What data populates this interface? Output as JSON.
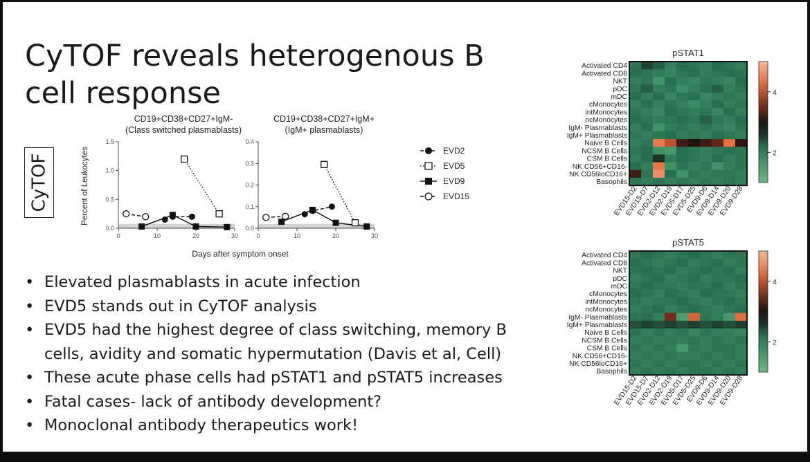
{
  "slide": {
    "title": "CyTOF reveals heterogenous B cell response",
    "side_label": "CyTOF",
    "bullets": [
      "Elevated plasmablasts in acute infection",
      "EVD5 stands out in CyTOF analysis",
      "EVD5 had the highest degree of class switching, memory B cells, avidity and somatic hypermutation (Davis et al, Cell)",
      "These acute phase cells had pSTAT1 and pSTAT5 increases",
      "Fatal cases- lack of antibody development?",
      "Monoclonal antibody therapeutics work!"
    ]
  },
  "chart_data": [
    {
      "type": "line",
      "title_line1": "CD19+CD38+CD27+IgM-",
      "title_line2": "(Class switched plasmablasts)",
      "xlabel": "Days after symptom onset",
      "ylabel": "Percent of Leukocytes",
      "xlim": [
        0,
        30
      ],
      "ylim": [
        0,
        1.5
      ],
      "xticks": [
        "0",
        "10",
        "20",
        "30"
      ],
      "yticks": [
        "0.0",
        "0.5",
        "1.0",
        "1.5"
      ],
      "series": [
        {
          "name": "EVD2",
          "marker": "circle-filled",
          "line": "dashed",
          "points": [
            [
              12,
              0.15
            ],
            [
              14,
              0.2
            ],
            [
              19,
              0.2
            ]
          ]
        },
        {
          "name": "EVD5",
          "marker": "square-open",
          "line": "dotted",
          "points": [
            [
              17,
              1.2
            ],
            [
              26,
              0.25
            ]
          ]
        },
        {
          "name": "EVD9",
          "marker": "square-filled",
          "line": "solid",
          "points": [
            [
              6,
              0.03
            ],
            [
              14,
              0.23
            ],
            [
              20,
              0.03
            ],
            [
              28,
              0.02
            ]
          ]
        },
        {
          "name": "EVD15",
          "marker": "circle-open",
          "line": "dashed",
          "points": [
            [
              2,
              0.25
            ],
            [
              7,
              0.2
            ]
          ]
        }
      ]
    },
    {
      "type": "line",
      "title_line1": "CD19+CD38+CD27+IgM+",
      "title_line2": "(IgM+ plasmablasts)",
      "xlabel": "Days after symptom onset",
      "ylabel": "",
      "xlim": [
        0,
        30
      ],
      "ylim": [
        0,
        0.4
      ],
      "xticks": [
        "0",
        "10",
        "20",
        "30"
      ],
      "yticks": [
        "0.0",
        "0.1",
        "0.2",
        "0.3",
        "0.4"
      ],
      "series": [
        {
          "name": "EVD2",
          "marker": "circle-filled",
          "line": "dashed",
          "points": [
            [
              12,
              0.065
            ],
            [
              14,
              0.08
            ],
            [
              19,
              0.1
            ]
          ]
        },
        {
          "name": "EVD5",
          "marker": "square-open",
          "line": "dotted",
          "points": [
            [
              17,
              0.295
            ],
            [
              25,
              0.025
            ]
          ]
        },
        {
          "name": "EVD9",
          "marker": "square-filled",
          "line": "solid",
          "points": [
            [
              6,
              0.03
            ],
            [
              14,
              0.085
            ],
            [
              20,
              0.025
            ],
            [
              28,
              0.008
            ]
          ]
        },
        {
          "name": "EVD15",
          "marker": "circle-open",
          "line": "dashed",
          "points": [
            [
              2,
              0.05
            ],
            [
              7,
              0.055
            ]
          ]
        }
      ]
    },
    {
      "type": "heatmap",
      "title": "pSTAT1",
      "rows": [
        "Activated CD4",
        "Activated CD8",
        "NKT",
        "pDC",
        "mDC",
        "cMonocytes",
        "intMonocytes",
        "ncMonocytes",
        "IgM- Plasmablasts",
        "IgM+ Plasmablasts",
        "Naive B Cells",
        "NCSM B Cells",
        "CSM B Cells",
        "NK CD56+CD16-",
        "NK CD56loCD16+",
        "Basophils"
      ],
      "columns": [
        "EVD15-D2",
        "EVD15-D7",
        "EVD2-D12",
        "EVD2-D19",
        "EVD5-D17",
        "EVD5-D25",
        "EVD9-D6",
        "EVD9-D14",
        "EVD9-D20",
        "EVD9-D28"
      ],
      "colorbar_ticks": [
        "2",
        "4"
      ],
      "scale_min": 1,
      "scale_max": 5,
      "values": [
        [
          2.1,
          2.5,
          2.3,
          2.0,
          2.2,
          2.1,
          2.0,
          2.2,
          2.1,
          2.0
        ],
        [
          2.2,
          2.1,
          2.0,
          1.9,
          2.1,
          2.2,
          2.0,
          2.1,
          2.2,
          2.1
        ],
        [
          2.0,
          2.1,
          1.7,
          2.2,
          2.0,
          1.9,
          2.1,
          2.0,
          1.9,
          2.2
        ],
        [
          2.1,
          2.3,
          2.0,
          2.1,
          1.8,
          2.0,
          2.2,
          2.3,
          2.0,
          2.1
        ],
        [
          2.2,
          2.0,
          2.2,
          1.9,
          2.1,
          2.2,
          1.9,
          2.0,
          2.1,
          2.0
        ],
        [
          2.0,
          2.2,
          2.0,
          2.1,
          2.0,
          1.8,
          2.0,
          2.2,
          2.0,
          2.1
        ],
        [
          2.1,
          2.0,
          1.9,
          2.2,
          2.1,
          2.0,
          2.1,
          1.9,
          2.2,
          2.0
        ],
        [
          2.2,
          2.1,
          2.0,
          2.1,
          2.2,
          2.1,
          2.3,
          2.1,
          2.0,
          2.2
        ],
        [
          2.0,
          2.2,
          1.7,
          2.0,
          2.1,
          2.0,
          2.1,
          2.0,
          1.9,
          2.1
        ],
        [
          2.1,
          2.0,
          2.1,
          2.2,
          2.0,
          2.1,
          2.0,
          2.2,
          2.1,
          2.0
        ],
        [
          2.0,
          2.1,
          4.4,
          4.0,
          3.2,
          3.0,
          3.2,
          3.4,
          4.3,
          3.1
        ],
        [
          2.1,
          2.2,
          1.7,
          1.6,
          2.2,
          2.1,
          2.0,
          2.1,
          2.2,
          2.1
        ],
        [
          2.0,
          2.2,
          2.6,
          2.0,
          2.2,
          2.1,
          2.0,
          2.2,
          2.0,
          2.1
        ],
        [
          2.2,
          2.0,
          4.4,
          1.7,
          2.1,
          2.0,
          2.1,
          1.7,
          2.0,
          2.1
        ],
        [
          3.2,
          2.1,
          4.6,
          2.2,
          1.7,
          2.1,
          2.0,
          2.1,
          2.1,
          2.0
        ],
        [
          2.1,
          2.0,
          2.1,
          2.0,
          2.1,
          2.0,
          2.1,
          2.0,
          2.1,
          2.0
        ]
      ]
    },
    {
      "type": "heatmap",
      "title": "pSTAT5",
      "rows": [
        "Activated CD4",
        "Activated CD8",
        "NKT",
        "pDC",
        "mDC",
        "cMonocytes",
        "intMonocytes",
        "ncMonocytes",
        "IgM- Plasmablasts",
        "IgM+ Plasmablasts",
        "Naive B Cells",
        "NCSM B Cells",
        "CSM B Cells",
        "NK CD56+CD16-",
        "NK CD56loCD16+",
        "Basophils"
      ],
      "columns": [
        "EVD15-D2",
        "EVD15-D7",
        "EVD2-D12",
        "EVD2-D19",
        "EVD5-D17",
        "EVD5-D25",
        "EVD9-D6",
        "EVD9-D14",
        "EVD9-D20",
        "EVD9-D28"
      ],
      "colorbar_ticks": [
        "2",
        "4"
      ],
      "scale_min": 1,
      "scale_max": 5,
      "values": [
        [
          2.1,
          2.2,
          2.1,
          2.0,
          2.1,
          2.2,
          2.1,
          2.0,
          2.1,
          2.1
        ],
        [
          2.2,
          2.1,
          2.0,
          2.1,
          2.2,
          2.0,
          2.1,
          2.2,
          2.0,
          2.1
        ],
        [
          2.1,
          2.2,
          2.1,
          2.2,
          2.0,
          2.1,
          2.2,
          2.1,
          2.2,
          2.0
        ],
        [
          2.0,
          2.1,
          2.2,
          2.0,
          2.1,
          2.2,
          2.0,
          2.1,
          2.1,
          2.2
        ],
        [
          2.1,
          2.2,
          2.1,
          2.1,
          2.0,
          2.1,
          2.1,
          2.2,
          2.0,
          2.1
        ],
        [
          2.2,
          2.1,
          2.0,
          2.2,
          2.1,
          2.0,
          2.2,
          2.1,
          2.1,
          2.0
        ],
        [
          2.1,
          2.0,
          2.1,
          2.1,
          2.2,
          2.1,
          2.0,
          2.1,
          2.2,
          2.1
        ],
        [
          2.0,
          2.1,
          2.2,
          2.0,
          2.1,
          2.2,
          2.1,
          2.0,
          2.1,
          2.2
        ],
        [
          2.1,
          2.2,
          2.0,
          3.5,
          1.5,
          4.2,
          2.1,
          2.0,
          1.6,
          4.3
        ],
        [
          2.4,
          2.5,
          2.4,
          2.5,
          2.4,
          2.5,
          2.4,
          2.5,
          2.4,
          2.5
        ],
        [
          2.1,
          2.0,
          2.1,
          2.0,
          2.1,
          1.9,
          2.1,
          2.0,
          2.0,
          1.9
        ],
        [
          2.0,
          2.1,
          2.0,
          2.1,
          2.0,
          2.1,
          2.0,
          2.1,
          2.0,
          2.1
        ],
        [
          2.1,
          2.0,
          2.1,
          2.0,
          1.6,
          2.1,
          2.0,
          2.1,
          2.1,
          2.0
        ],
        [
          2.0,
          2.1,
          2.0,
          2.1,
          2.0,
          2.0,
          2.1,
          2.0,
          2.1,
          2.0
        ],
        [
          2.1,
          2.0,
          2.1,
          2.0,
          2.1,
          2.1,
          2.0,
          2.1,
          2.0,
          2.1
        ],
        [
          2.0,
          2.1,
          2.0,
          2.1,
          2.0,
          2.1,
          2.1,
          2.0,
          2.1,
          2.0
        ]
      ]
    }
  ]
}
